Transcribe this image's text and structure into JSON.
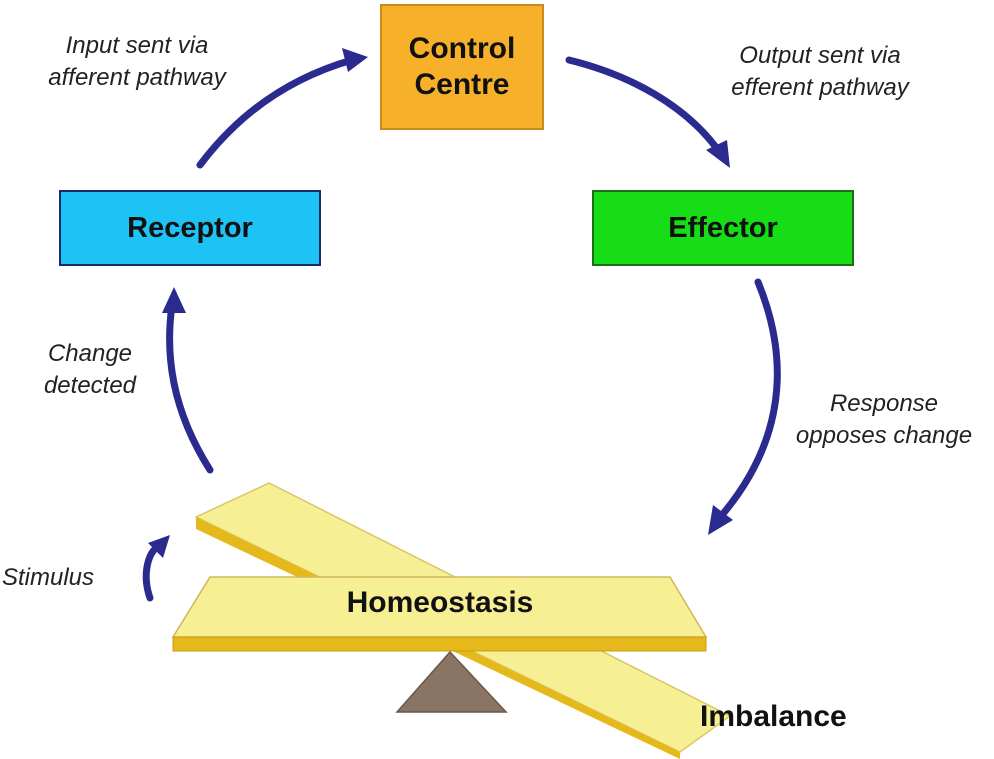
{
  "nodes": {
    "control_centre": {
      "line1": "Control",
      "line2": "Centre"
    },
    "receptor": {
      "label": "Receptor"
    },
    "effector": {
      "label": "Effector"
    },
    "homeostasis": {
      "label": "Homeostasis"
    },
    "imbalance": {
      "label": "Imbalance"
    }
  },
  "edge_labels": {
    "input": {
      "line1": "Input sent via",
      "line2": "afferent pathway"
    },
    "output": {
      "line1": "Output sent via",
      "line2": "efferent pathway"
    },
    "change": {
      "line1": "Change",
      "line2": "detected"
    },
    "response": {
      "line1": "Response",
      "line2": "opposes change"
    },
    "stimulus": {
      "label": "Stimulus"
    }
  },
  "colors": {
    "control_centre_fill": "#f7b02a",
    "receptor_fill": "#1ec3f5",
    "effector_fill": "#16dd16",
    "arrow": "#2b2a8f",
    "plank_fill": "#f7ef93",
    "plank_edge": "#e5b81c",
    "fulcrum": "#8a7463"
  },
  "edges": [
    {
      "from": "Receptor",
      "to": "Control Centre"
    },
    {
      "from": "Control Centre",
      "to": "Effector"
    },
    {
      "from": "Effector",
      "to": "Homeostasis"
    },
    {
      "from": "Homeostasis",
      "to": "Receptor"
    },
    {
      "from": "Stimulus",
      "to": "Homeostasis"
    }
  ]
}
